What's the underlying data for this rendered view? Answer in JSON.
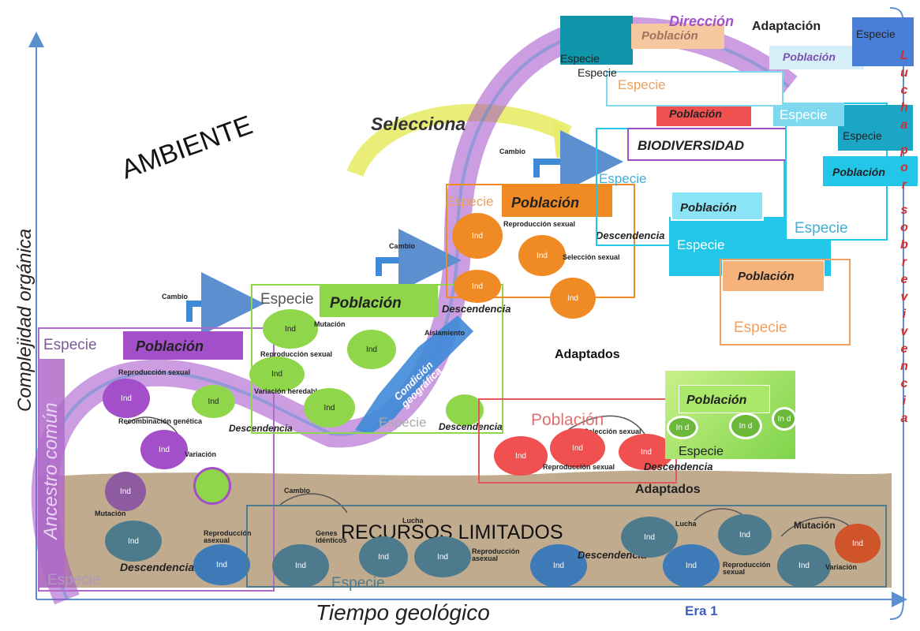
{
  "axes": {
    "y_label": "Complejidad orgánica",
    "x_label": "Tiempo geológico",
    "era_label": "Era 1"
  },
  "headings": {
    "ambiente": "AMBIENTE",
    "selecciona": "Selecciona",
    "biodiversidad": "BIODIVERSIDAD",
    "recursos": "RECURSOS LIMITADOS",
    "ancestro": "Ancestro común",
    "condicion": "Condición geográfica",
    "direccion": "Dirección",
    "adaptacion": "Adaptación",
    "lucha_vertical": [
      "L",
      "u",
      "c",
      "h",
      "a",
      "p",
      "o",
      "r",
      "s",
      "o",
      "b",
      "r",
      "e",
      "v",
      "i",
      "v",
      "e",
      "n",
      "c",
      "i",
      "a"
    ]
  },
  "words": {
    "especie": "Especie",
    "poblacion": "Población",
    "ind": "Ind",
    "in_d": "In d",
    "cambio": "Cambio",
    "descendencia": "Descendencia",
    "adaptados": "Adaptados",
    "reproduccion_sexual": "Reproducción sexual",
    "seleccion_sexual": "Selección sexual",
    "mutacion": "Mutación",
    "variacion": "Variación",
    "recombinacion": "Recombinación genética",
    "lucha": "Lucha",
    "aislamiento": "Aislamiento",
    "genes_identicos": "Genes idénticos",
    "variacion_heredable": "Variación heredable",
    "reproduccion_asexual": "Reproducción asexual",
    "reproduccion_sexual_2": "Reproducción sexual"
  },
  "colors": {
    "axis": "#5b8fd0",
    "purple": "#9b59c8",
    "green": "#8fd64a",
    "orange": "#f08a24",
    "red": "#f05050",
    "cyan": "#22c6e8",
    "teal": "#4d7a8c",
    "brown": "#b59c7a",
    "yellow": "#e8ec6a"
  }
}
